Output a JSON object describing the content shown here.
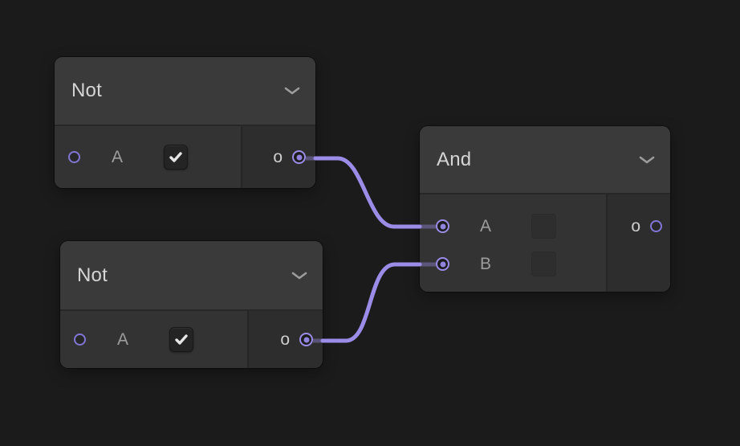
{
  "canvas": {
    "background": "#1b1b1b"
  },
  "colors": {
    "wire": "#9b8ce8",
    "port_ring_connected": "#9b8ce8",
    "port_ring_idle": "#8276d6",
    "node_header": "#3a3a3a",
    "node_body": "#333333",
    "node_output_column": "#2d2d2d"
  },
  "icons": {
    "header_dropdown": "chevron-down-icon",
    "checkbox_check": "checkmark-icon"
  },
  "nodes": [
    {
      "title": "Not",
      "inputs": [
        {
          "label": "A",
          "checkbox": "checked",
          "connected": false
        }
      ],
      "outputs": [
        {
          "label": "o",
          "connected": true
        }
      ]
    },
    {
      "title": "Not",
      "inputs": [
        {
          "label": "A",
          "checkbox": "checked",
          "connected": false
        }
      ],
      "outputs": [
        {
          "label": "o",
          "connected": true
        }
      ]
    },
    {
      "title": "And",
      "inputs": [
        {
          "label": "A",
          "checkbox": "disabled",
          "connected": true
        },
        {
          "label": "B",
          "checkbox": "disabled",
          "connected": true
        }
      ],
      "outputs": [
        {
          "label": "o",
          "connected": false
        }
      ]
    }
  ],
  "wires": [
    {
      "from": "Not-1 output o",
      "to": "And input A"
    },
    {
      "from": "Not-2 output o",
      "to": "And input B"
    }
  ]
}
